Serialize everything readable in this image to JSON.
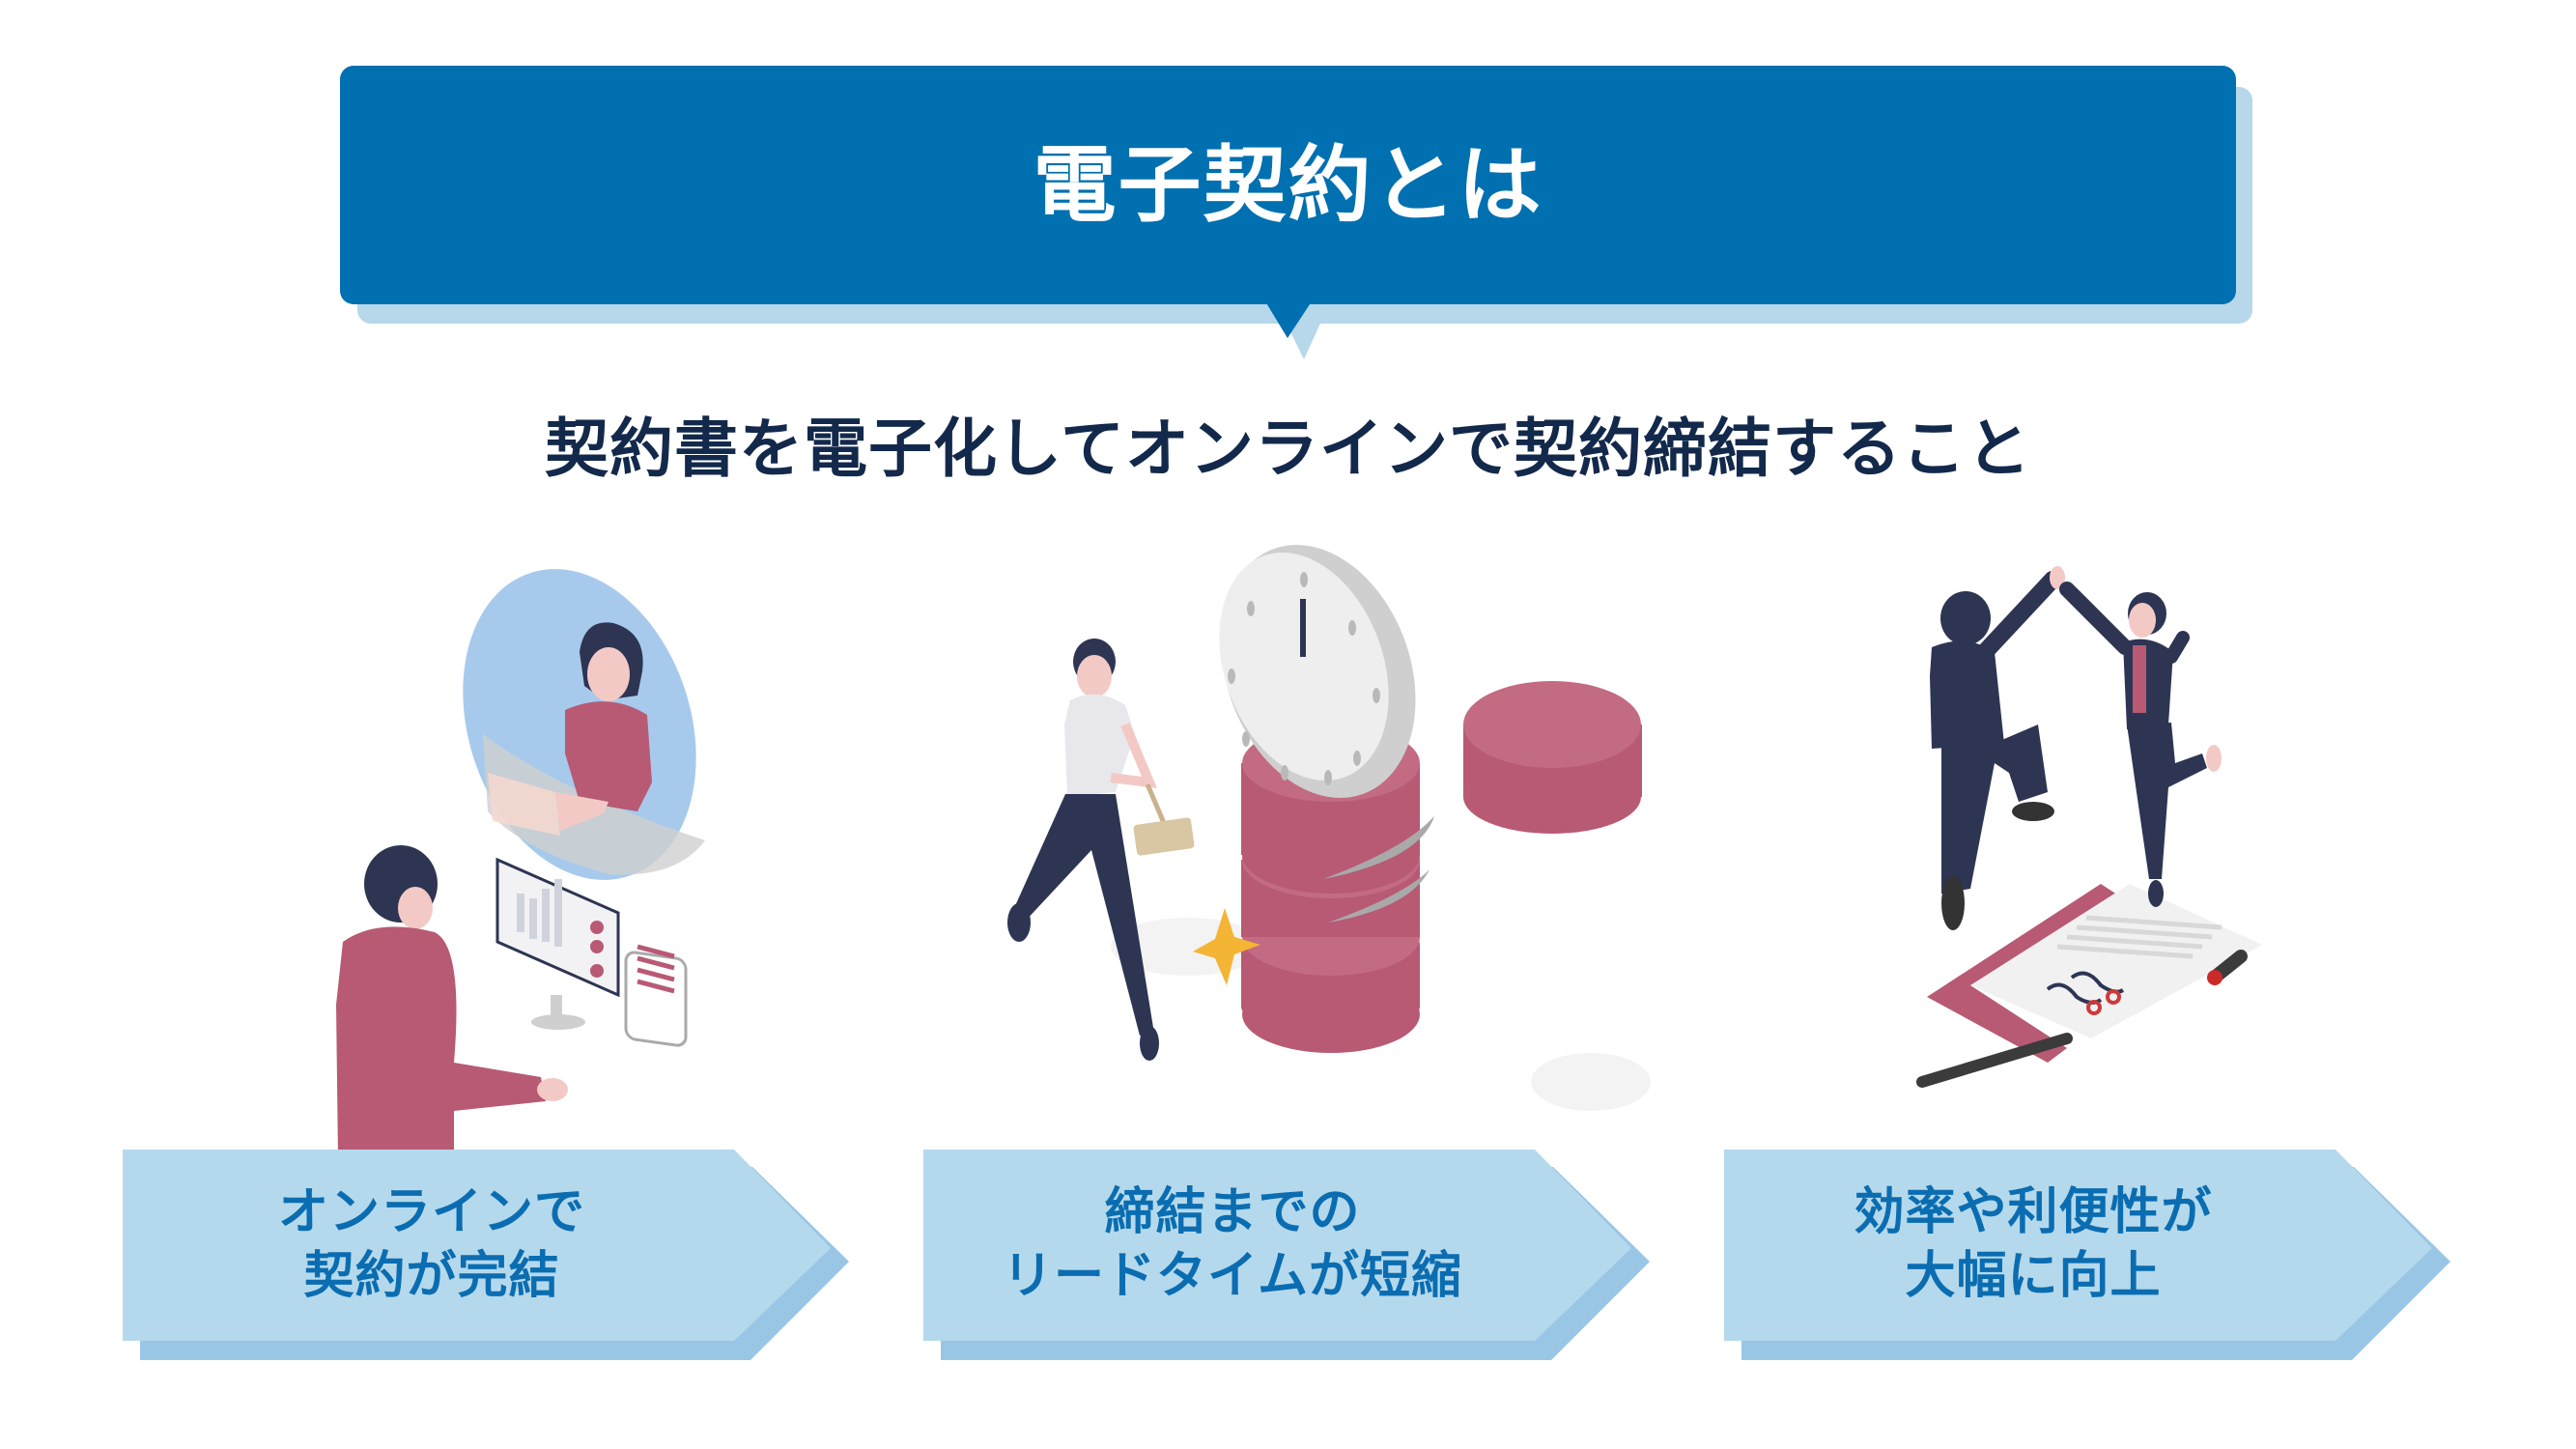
{
  "header": {
    "title": "電子契約とは",
    "colors": {
      "box": "#0070b0",
      "shadow": "#b7d7ea",
      "text": "#ffffff"
    }
  },
  "subtitle": {
    "text": "契約書を電子化してオンラインで契約締結すること",
    "color": "#13294b"
  },
  "benefits": [
    {
      "illustration": "online-meeting-illustration",
      "line1": "オンラインで",
      "line2": "契約が完結"
    },
    {
      "illustration": "lead-time-shortening-illustration",
      "line1": "締結までの",
      "line2": "リードタイムが短縮"
    },
    {
      "illustration": "high-five-contract-illustration",
      "line1": "効率や利便性が",
      "line2": "大幅に向上"
    }
  ],
  "arrow_colors": {
    "face": "#b5d9ec",
    "shadow": "#9ac6e6",
    "text": "#0b6db1"
  },
  "illustration_colors": {
    "accent": "#b85a74",
    "navy": "#2d3553",
    "skin": "#f3c9c6",
    "glass": "#a7caec"
  }
}
